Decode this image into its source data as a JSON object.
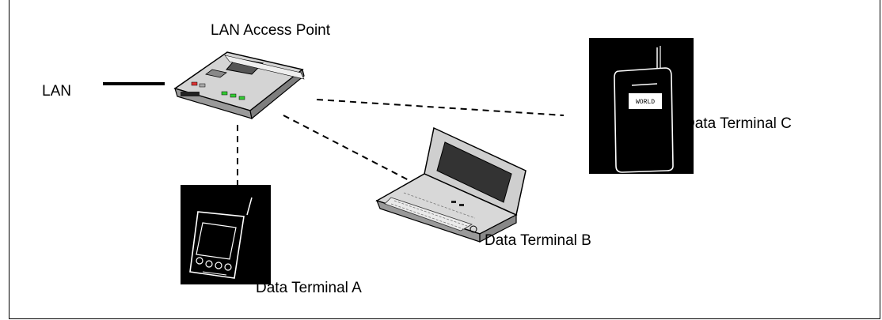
{
  "labels": {
    "access_point": "LAN Access Point",
    "lan": "LAN",
    "terminal_a": "Data Terminal A",
    "terminal_b": "Data Terminal B",
    "terminal_c": "Data Terminal C"
  },
  "phone_screen_text": "WORLD",
  "icons": [
    "access-point-icon",
    "pda-icon",
    "laptop-icon",
    "mobile-phone-icon"
  ],
  "colors": {
    "line": "#000000",
    "device_body": "#c8c8c8",
    "background": "#ffffff"
  }
}
